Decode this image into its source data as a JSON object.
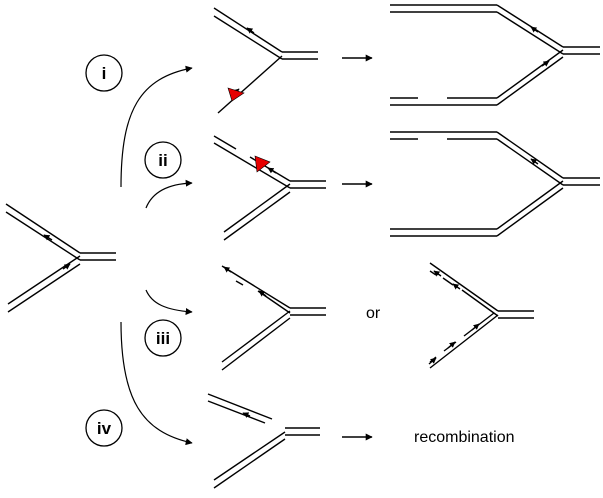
{
  "labels": {
    "i": "i",
    "ii": "ii",
    "iii": "iii",
    "iv": "iv"
  },
  "texts": {
    "or": "or",
    "recombination": "recombination"
  },
  "colors": {
    "lesion": "#e60000",
    "stroke": "#000000",
    "background": "#ffffff"
  }
}
